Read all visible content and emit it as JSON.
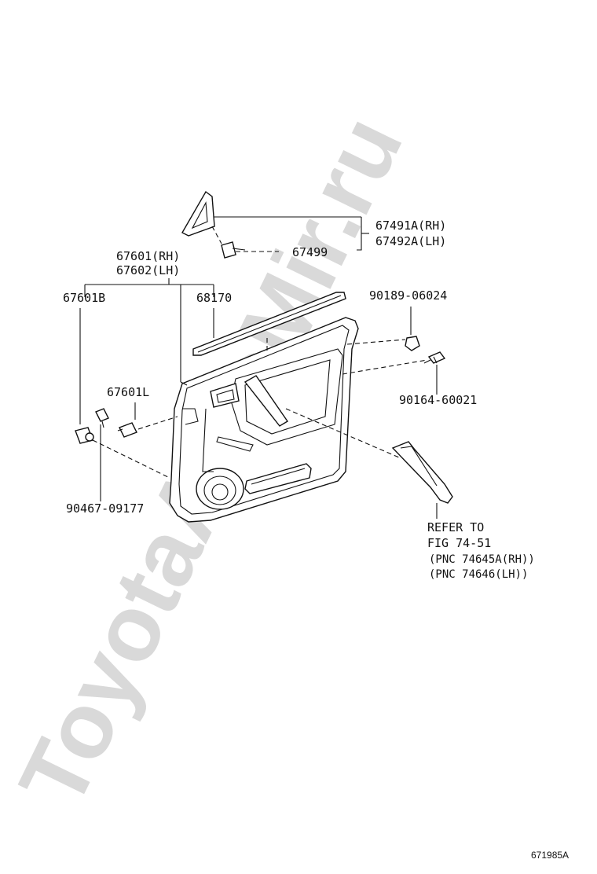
{
  "watermark": "ToyotaAvtoMir.ru",
  "labels": {
    "p67491": "67491A(RH)",
    "p67492": "67492A(LH)",
    "p67499": "67499",
    "p67601": "67601(RH)",
    "p67602": "67602(LH)",
    "p67601b": "67601B",
    "p68170": "68170",
    "p90189": "90189-06024",
    "p67601l": "67601L",
    "p90164": "90164-60021",
    "p90467": "90467-09177"
  },
  "refer_note": {
    "line1": "REFER TO",
    "line2": "FIG 74-51",
    "line3": "(PNC 74645A(RH))",
    "line4": "(PNC 74646(LH))"
  },
  "diagram_code": "671985A"
}
